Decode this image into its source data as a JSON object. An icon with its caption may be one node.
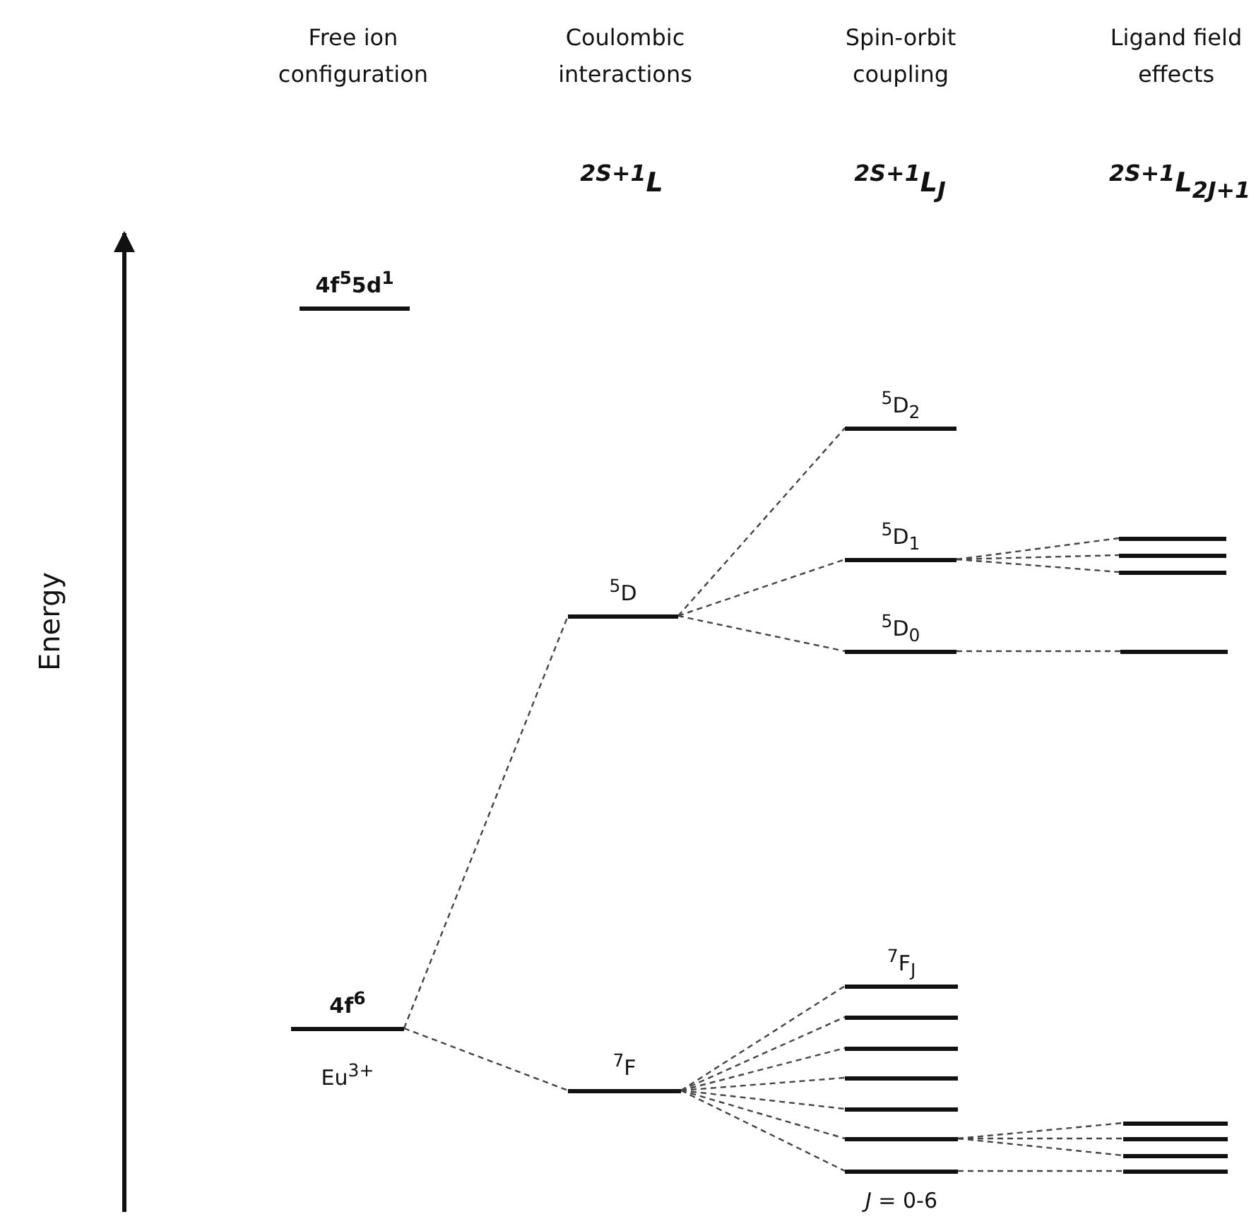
{
  "diagram": {
    "nodes": [
      {
        "text": [
          "4f$^{5}$5d$^{1}$"
        ]
      },
      {
        "text": [
          "4f$^{6}$"
        ],
        "beside": [
          "Eu$^{3+}$"
        ]
      },
      {
        "text": [
          "$^{5}$D"
        ]
      },
      {
        "text": [
          "$^{7}$F"
        ]
      },
      {
        "text": [
          "$^{5}$D$_{2}$"
        ]
      },
      {
        "text": [
          "$^{5}$D$_{1}$"
        ]
      },
      {
        "text": [
          "$^{5}$D$_{0}$"
        ]
      },
      {
        "text": [
          "$^{7}$F$_{J}$"
        ]
      },
      {
        "text": [],
        "shape": "bar"
      },
      {
        "text": [],
        "shape": "bar"
      },
      {
        "text": [],
        "shape": "bar"
      },
      {
        "text": [],
        "shape": "bar"
      },
      {
        "text": [],
        "shape": "bar"
      },
      {
        "text": [],
        "shape": "bar",
        "beside": [
          "*J* = 0-6"
        ]
      },
      {
        "text": [],
        "shape": "bar"
      },
      {
        "text": [],
        "shape": "bar"
      },
      {
        "text": [],
        "shape": "bar"
      },
      {
        "text": [],
        "shape": "bar"
      },
      {
        "text": [],
        "shape": "bar"
      },
      {
        "text": [],
        "shape": "bar"
      },
      {
        "text": [],
        "shape": "bar"
      },
      {
        "text": [],
        "shape": "bar"
      }
    ],
    "edges": [
      {
        "from": 1,
        "to": 2,
        "arrow": "none",
        "style": "dashed"
      },
      {
        "from": 1,
        "to": 3,
        "arrow": "none",
        "style": "dashed"
      },
      {
        "from": 2,
        "to": 4,
        "arrow": "none",
        "style": "dashed"
      },
      {
        "from": 2,
        "to": 5,
        "arrow": "none",
        "style": "dashed"
      },
      {
        "from": 2,
        "to": 6,
        "arrow": "none",
        "style": "dashed"
      },
      {
        "from": 3,
        "to": 7,
        "arrow": "none",
        "style": "dashed"
      },
      {
        "from": 3,
        "to": 8,
        "arrow": "none",
        "style": "dashed"
      },
      {
        "from": 3,
        "to": 9,
        "arrow": "none",
        "style": "dashed"
      },
      {
        "from": 3,
        "to": 10,
        "arrow": "none",
        "style": "dashed"
      },
      {
        "from": 3,
        "to": 11,
        "arrow": "none",
        "style": "dashed"
      },
      {
        "from": 3,
        "to": 12,
        "arrow": "none",
        "style": "dashed"
      },
      {
        "from": 3,
        "to": 13,
        "arrow": "none",
        "style": "dashed"
      },
      {
        "from": 5,
        "to": 14,
        "arrow": "none",
        "style": "dashed"
      },
      {
        "from": 5,
        "to": 15,
        "arrow": "none",
        "style": "dashed"
      },
      {
        "from": 5,
        "to": 16,
        "arrow": "none",
        "style": "dashed"
      },
      {
        "from": 6,
        "to": 17,
        "arrow": "none",
        "style": "dashed"
      },
      {
        "from": 12,
        "to": 18,
        "arrow": "none",
        "style": "dashed"
      },
      {
        "from": 12,
        "to": 19,
        "arrow": "none",
        "style": "dashed"
      },
      {
        "from": 12,
        "to": 20,
        "arrow": "none",
        "style": "dashed"
      },
      {
        "from": 13,
        "to": 21,
        "arrow": "none",
        "style": "dashed"
      }
    ],
    "labels": [
      "Free ion configuration",
      "Coulombic interactions",
      "Spin-orbit coupling",
      "Ligand field effects",
      "$^{2S+1}$L",
      "$^{2S+1}$L$_{J}$",
      "$^{2S+1}$L$_{2J+1}$",
      "Energy"
    ]
  }
}
